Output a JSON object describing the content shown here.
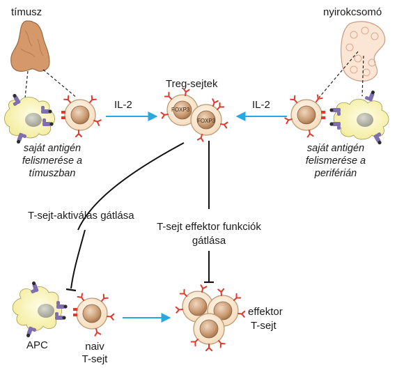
{
  "labels": {
    "thymus": "tímusz",
    "lymph_node": "nyirokcsomó",
    "treg": "Treg-sejtek",
    "foxp3_a": "FOXP3",
    "foxp3_b": "FOXP3",
    "il2_left": "IL-2",
    "il2_right": "IL-2",
    "left_caption": [
      "saját antigén",
      "felismerése a",
      "tímuszban"
    ],
    "right_caption": [
      "saját antigén",
      "felismerése a",
      "periférián"
    ],
    "inhibit_activation": "T-sejt-aktiválás gátlása",
    "inhibit_effector": [
      "T-sejt effektor funkciók",
      "gátlása"
    ],
    "apc": "APC",
    "naive": [
      "naiv",
      "T-sejt"
    ],
    "effector": [
      "effektor",
      "T-sejt"
    ]
  },
  "colors": {
    "arrow_blue": "#29a8e0",
    "thymus_fill": "#d4986a",
    "lymph_fill": "#fbe6d6",
    "apc_fill": "#fdf7c4",
    "cell_outer": "#fdf0dc",
    "nucleus": "#c89a72",
    "receptor_red": "#e0382a",
    "mhc_purple": "#7f6fae"
  }
}
